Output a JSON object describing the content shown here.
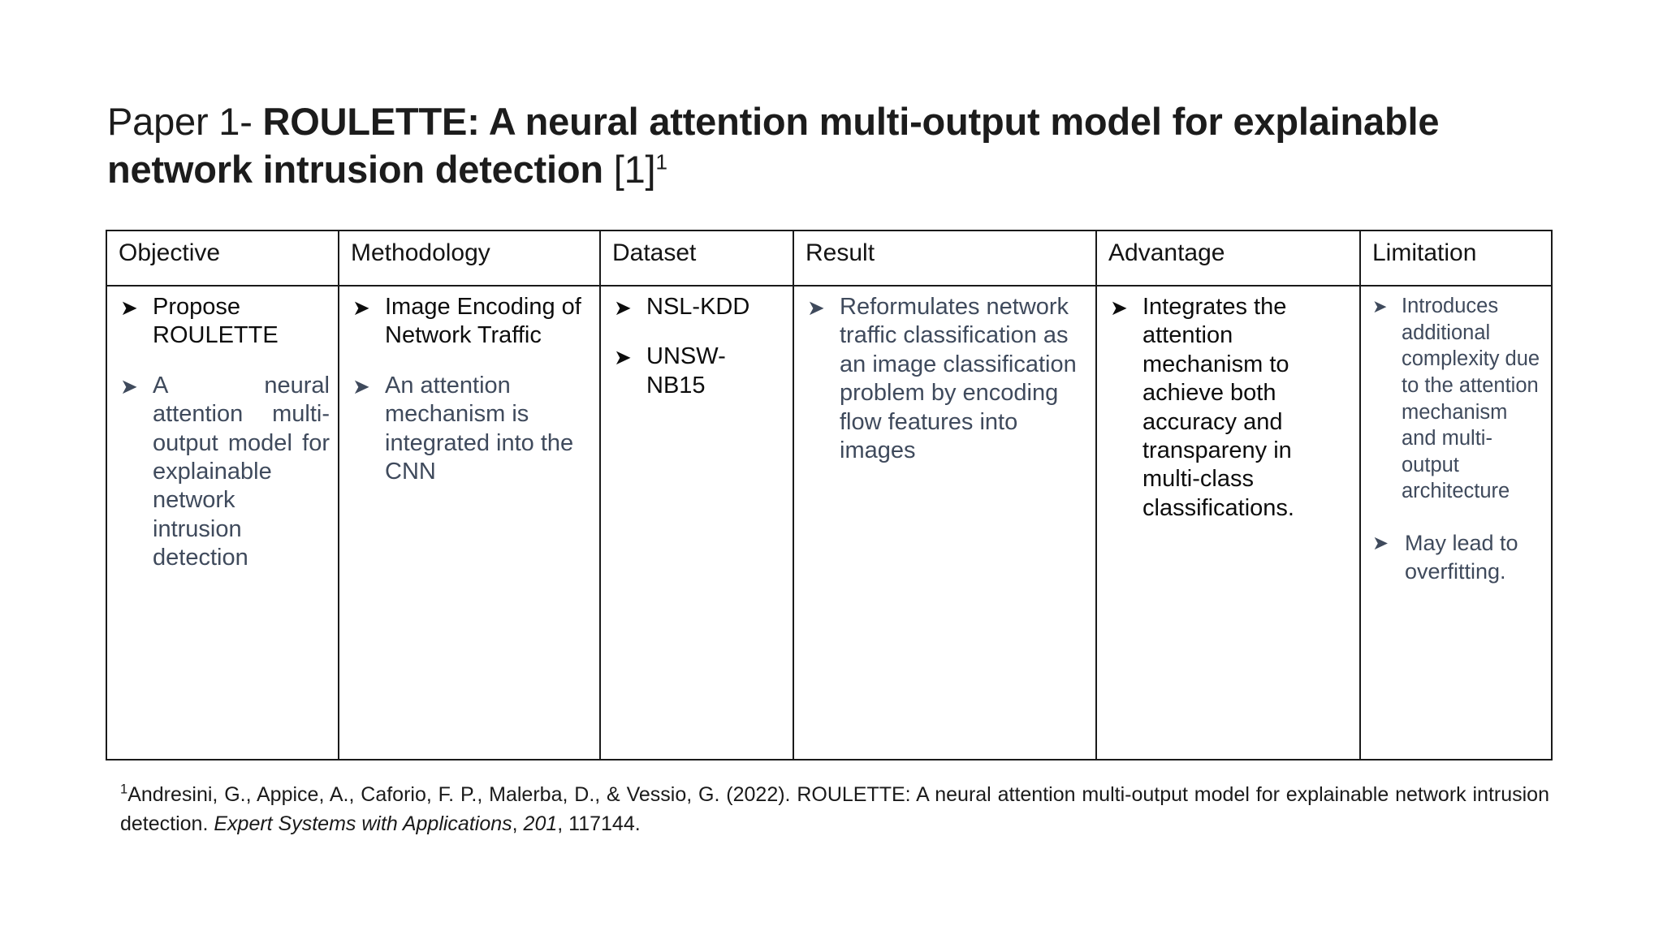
{
  "slide": {
    "title": {
      "prefix": "Paper 1- ",
      "main": "ROULETTE: A neural attention multi-output model for explainable network intrusion detection ",
      "reference": "[1]",
      "superscript": "1"
    },
    "table": {
      "headers": [
        "Objective",
        "Methodology",
        "Dataset",
        "Result",
        "Advantage",
        "Limitation"
      ],
      "bullet_glyph": "➤",
      "columns": {
        "objective": [
          {
            "text": "Propose ROULETTE",
            "style": "dark"
          },
          {
            "text": "A neural attention multi-output model for explainable network intrusion detection",
            "style": "slate"
          }
        ],
        "methodology": [
          {
            "text": "Image Encoding of Network Traffic",
            "style": "dark"
          },
          {
            "text": "An attention mechanism is integrated into the CNN",
            "style": "slate"
          }
        ],
        "dataset": [
          {
            "text": "NSL-KDD",
            "style": "dark"
          },
          {
            "text": "UNSW-NB15",
            "style": "dark"
          }
        ],
        "result": [
          {
            "text": "Reformulates network traffic classification as an image classification problem by encoding flow features into images",
            "style": "slate"
          }
        ],
        "advantage": [
          {
            "text": "Integrates the attention mechanism to achieve both accuracy and transpareny in multi-class classifications.",
            "style": "dark"
          }
        ],
        "limitation": [
          {
            "text": "Introduces additional complexity due to the attention mechanism and multi-output architecture",
            "style": "slate"
          },
          {
            "text": "May lead to overfitting.",
            "style": "slate"
          }
        ]
      }
    },
    "footnote": {
      "marker": "1",
      "part1": "Andresini, G., Appice, A., Caforio, F. P., Malerba, D., & Vessio, G. (2022). ROULETTE: A neural attention multi-output model for explainable network intrusion detection. ",
      "journal": "Expert Systems with Applications",
      "part2": ", ",
      "volume": "201",
      "part3": ", 117144."
    }
  },
  "colors": {
    "title": "#1c1c1c",
    "body_dark": "#0d0d0d",
    "body_slate": "#3f4a5c",
    "border": "#1a1a1a",
    "background": "#ffffff"
  }
}
